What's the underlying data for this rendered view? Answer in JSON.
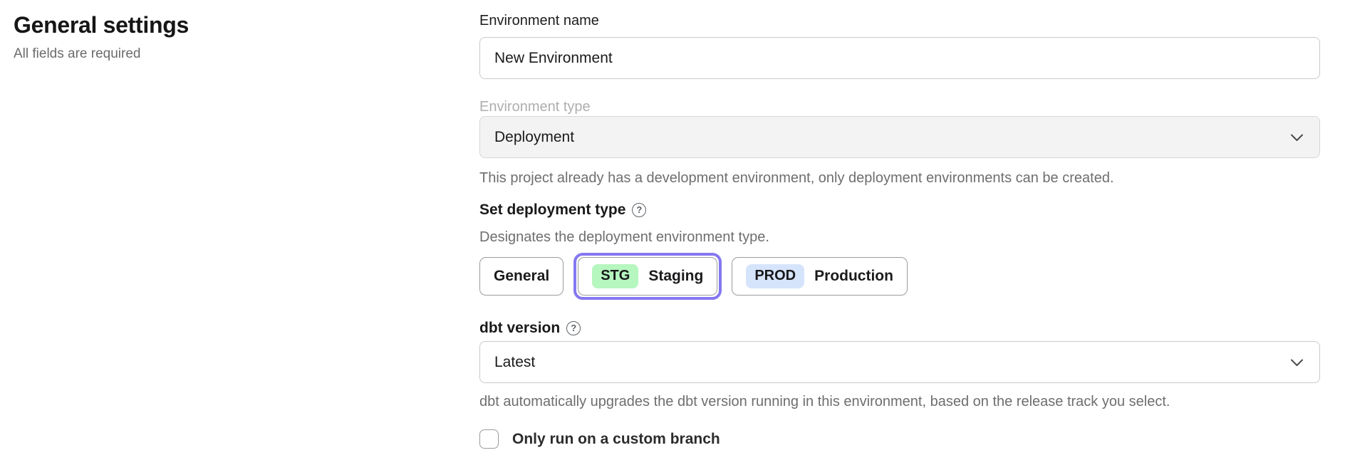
{
  "page": {
    "title": "General settings",
    "subtitle": "All fields are required"
  },
  "form": {
    "environment_name": {
      "label": "Environment name",
      "value": "New Environment"
    },
    "environment_type": {
      "label": "Environment type",
      "value": "Deployment",
      "disabled": true,
      "helper": "This project already has a development environment, only deployment environments can be created."
    },
    "deployment_type": {
      "label": "Set deployment type",
      "helper": "Designates the deployment environment type.",
      "options": [
        {
          "label": "General",
          "badge": "",
          "selected": false
        },
        {
          "label": "Staging",
          "badge": "STG",
          "selected": true
        },
        {
          "label": "Production",
          "badge": "PROD",
          "selected": false
        }
      ]
    },
    "dbt_version": {
      "label": "dbt version",
      "value": "Latest",
      "helper": "dbt automatically upgrades the dbt version running in this environment, based on the release track you select."
    },
    "custom_branch": {
      "label": "Only run on a custom branch",
      "checked": false
    }
  },
  "icons": {
    "help": "?"
  },
  "colors": {
    "accent_ring": "#8578f0",
    "staging_badge": "#b6f6bf",
    "production_badge": "#d6e4fb",
    "disabled_field_bg": "#f3f3f3"
  }
}
